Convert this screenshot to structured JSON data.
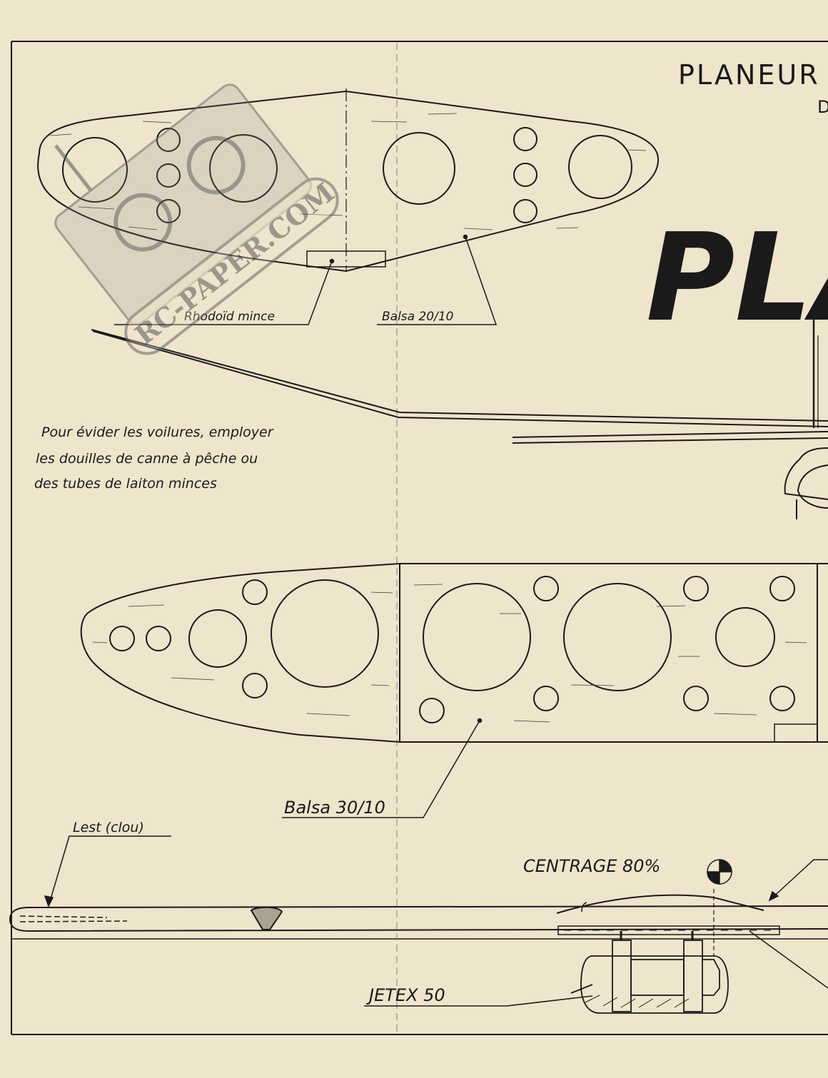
{
  "header": {
    "title": "PLANEUR",
    "subtitle_fragment": "D",
    "big_title_fragment": "PLA"
  },
  "labels": {
    "rhodoid": "Rhodoïd mince",
    "balsa_tail": "Balsa 20/10",
    "note_line1": "Pour évider les voilures, employer",
    "note_line2": "les douilles de canne à pêche ou",
    "note_line3": "des tubes de laiton minces",
    "balsa_wing": "Balsa 30/10",
    "lest": "Lest (clou)",
    "centrage": "CENTRAGE 80%",
    "jetex": "JETEX 50"
  },
  "watermark": {
    "text": "RC-PAPER.COM"
  },
  "colors": {
    "paper": "#efe4cc",
    "ink": "#1a1a1a",
    "watermark": "#7a7a7a"
  }
}
